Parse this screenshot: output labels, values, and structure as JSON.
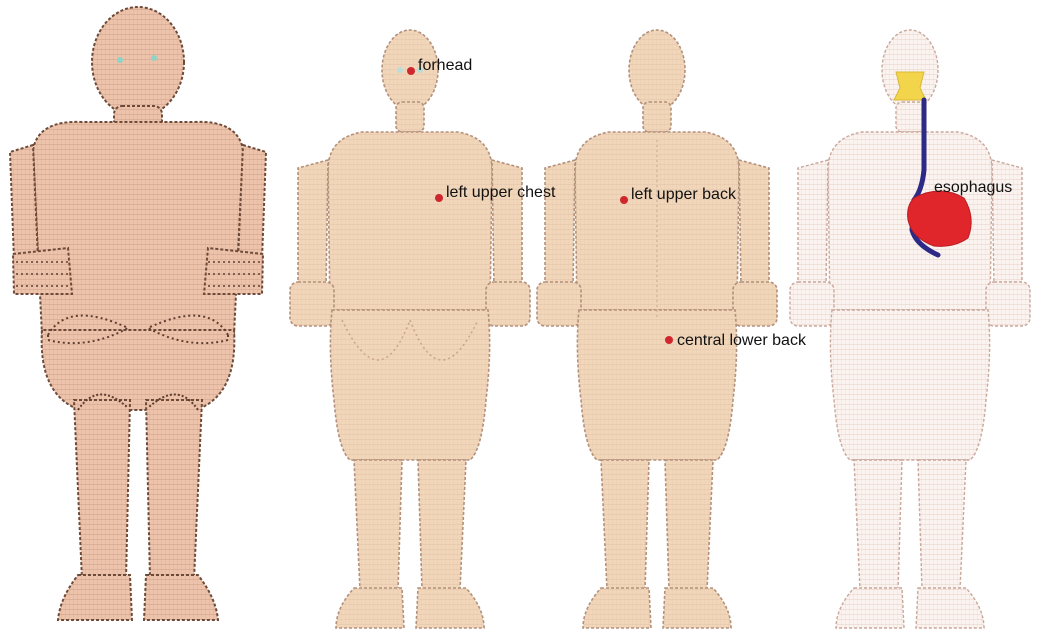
{
  "colors": {
    "background": "#ffffff",
    "seated_skin": "#eec3ab",
    "seated_edge": "#6e4a39",
    "standing_skin": "#f1d6ba",
    "standing_edge": "#b3907b",
    "transparent_skin": "#f6e6e0",
    "transparent_edge": "#c9a79b",
    "marker": "#d0262d",
    "heart": "#e0262b",
    "esophagus": "#2c2a86",
    "trachea": "#f2d54a",
    "label_text": "#111111"
  },
  "panels": [
    {
      "name": "seated-model",
      "view": "seated"
    },
    {
      "name": "front-view",
      "view": "front"
    },
    {
      "name": "back-view",
      "view": "back"
    },
    {
      "name": "organ-view",
      "view": "transparent"
    }
  ],
  "labels": {
    "forehead": "forhead",
    "left_upper_chest": "left upper chest",
    "left_upper_back": "left upper back",
    "central_lower_back": "central lower back",
    "esophagus": "esophagus"
  }
}
